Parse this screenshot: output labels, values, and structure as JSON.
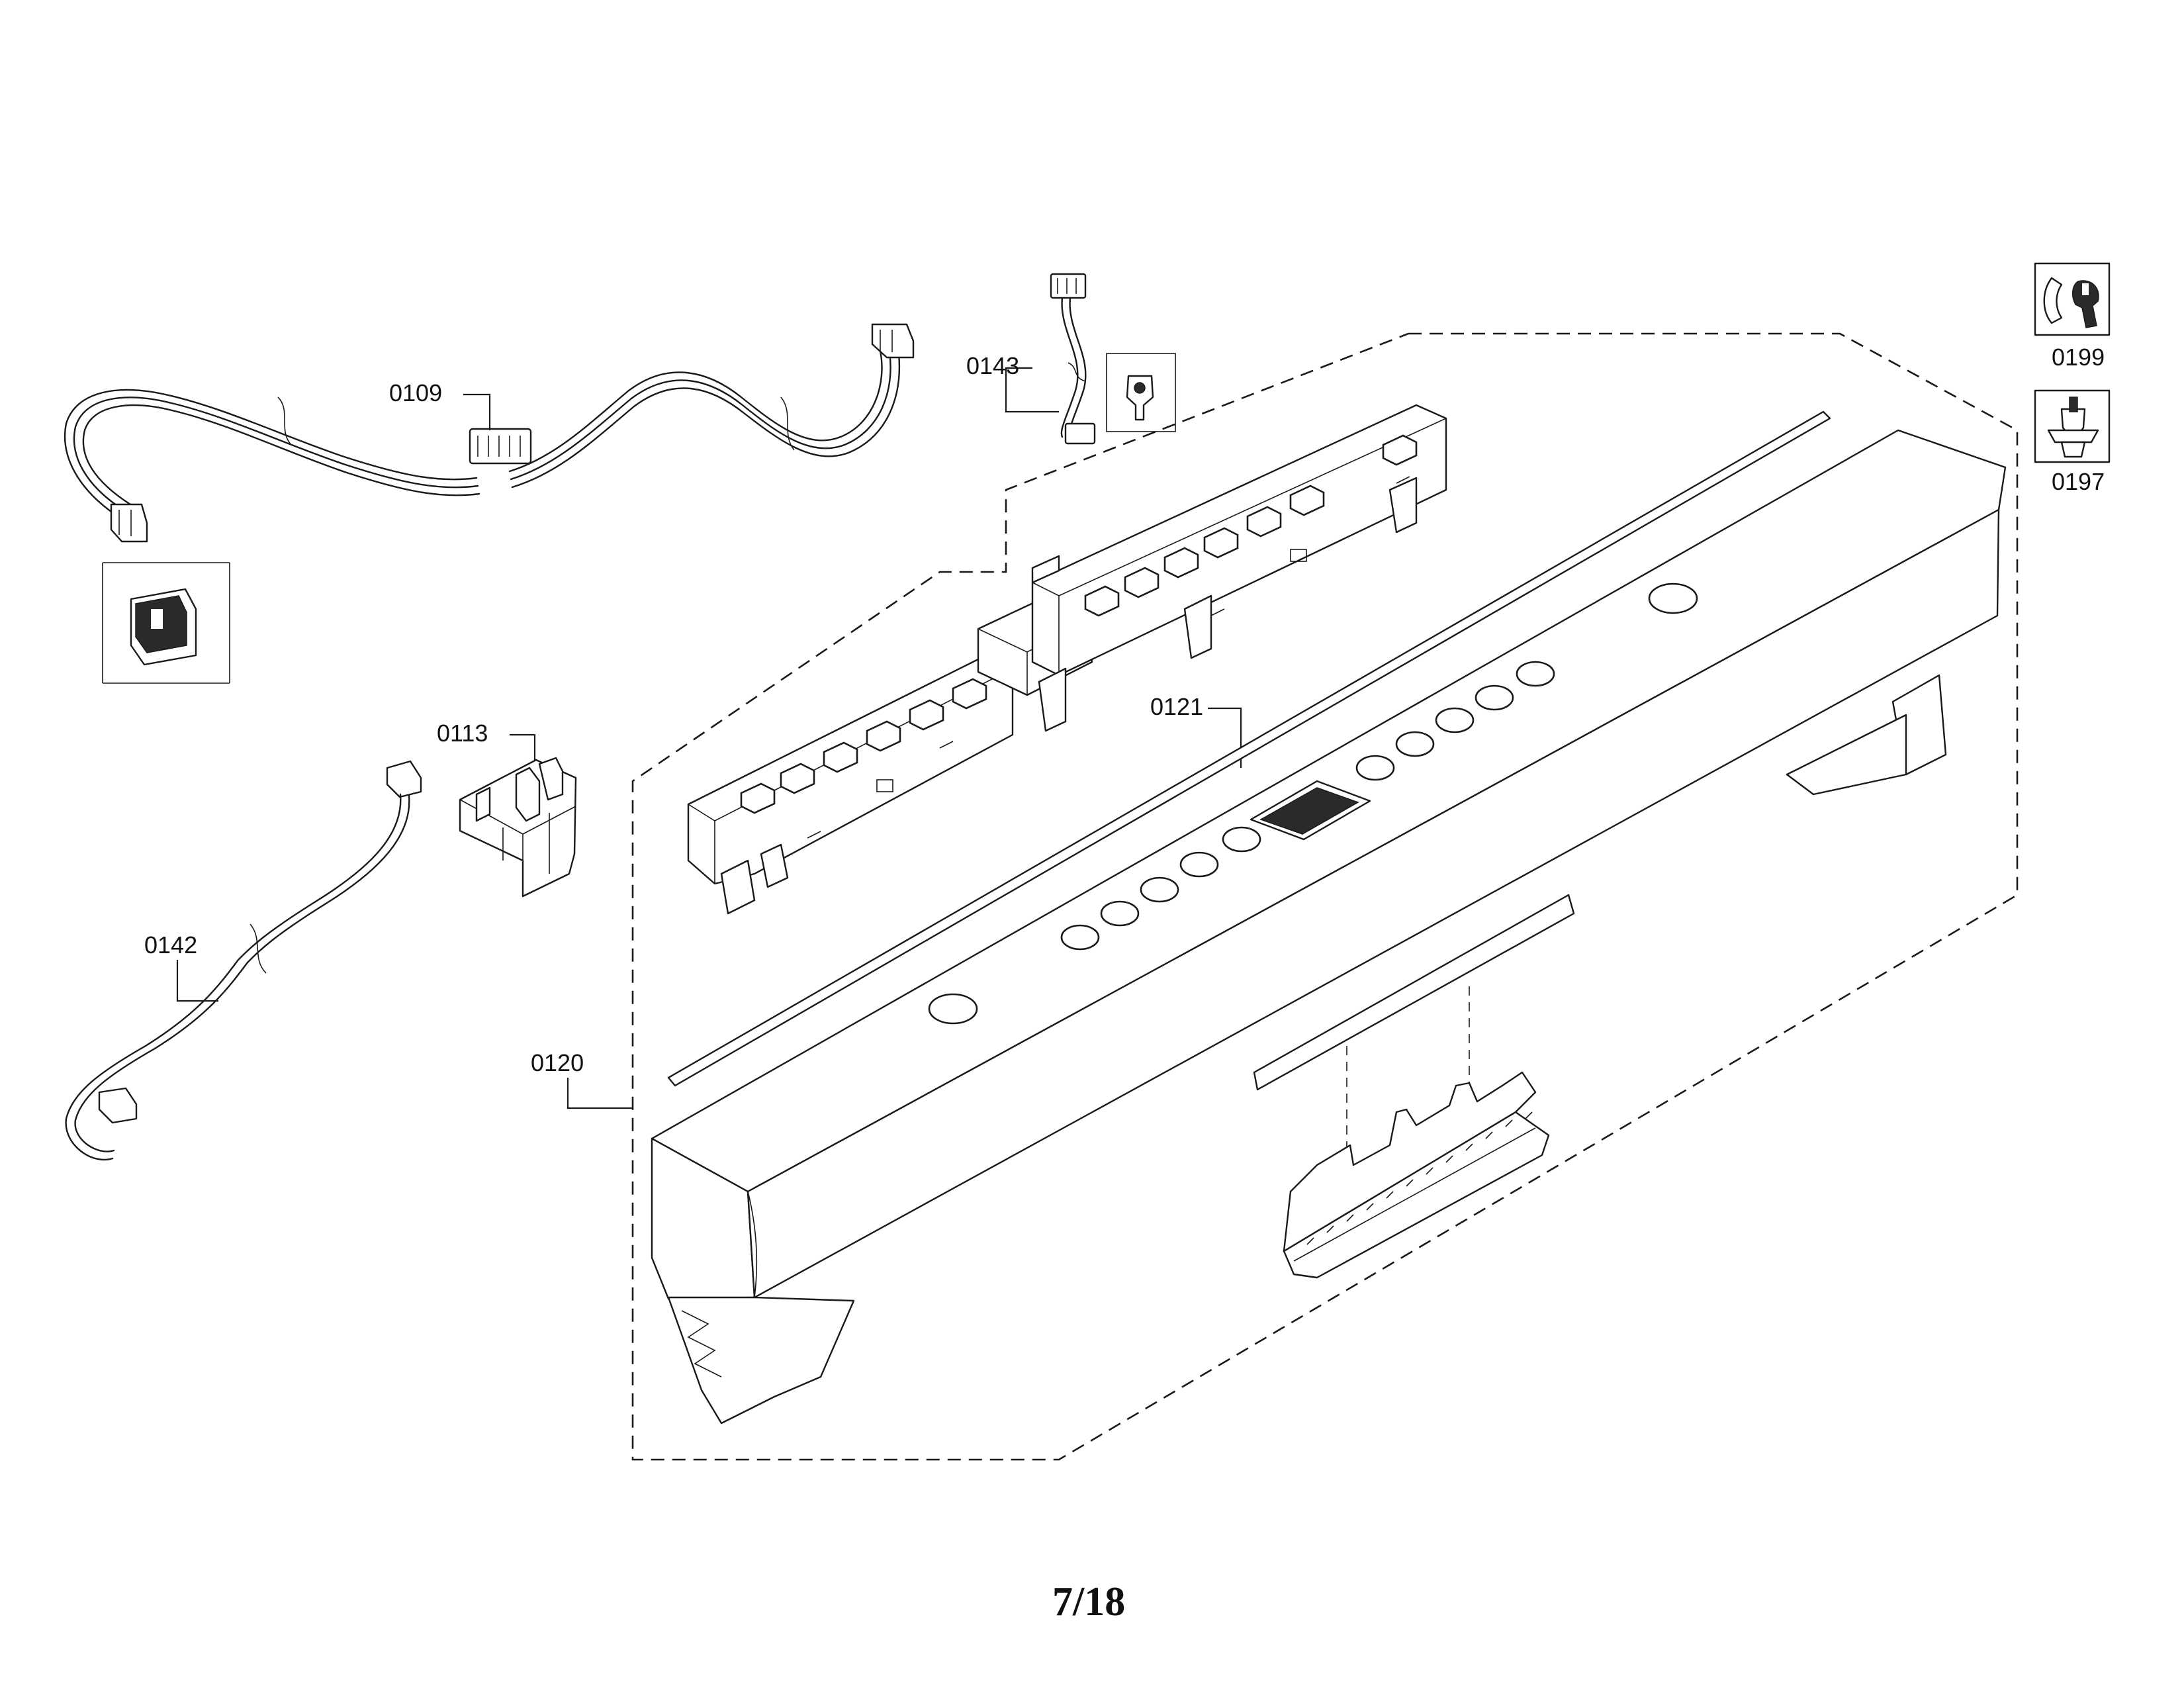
{
  "labels": {
    "harness_main": "0109",
    "sensor_wire": "0143",
    "holder": "0113",
    "harness_small": "0142",
    "panel": "0120",
    "control_module": "0121",
    "tool_wrench": "0199",
    "tool_screwdriver": "0197"
  },
  "page_number": "7/18"
}
